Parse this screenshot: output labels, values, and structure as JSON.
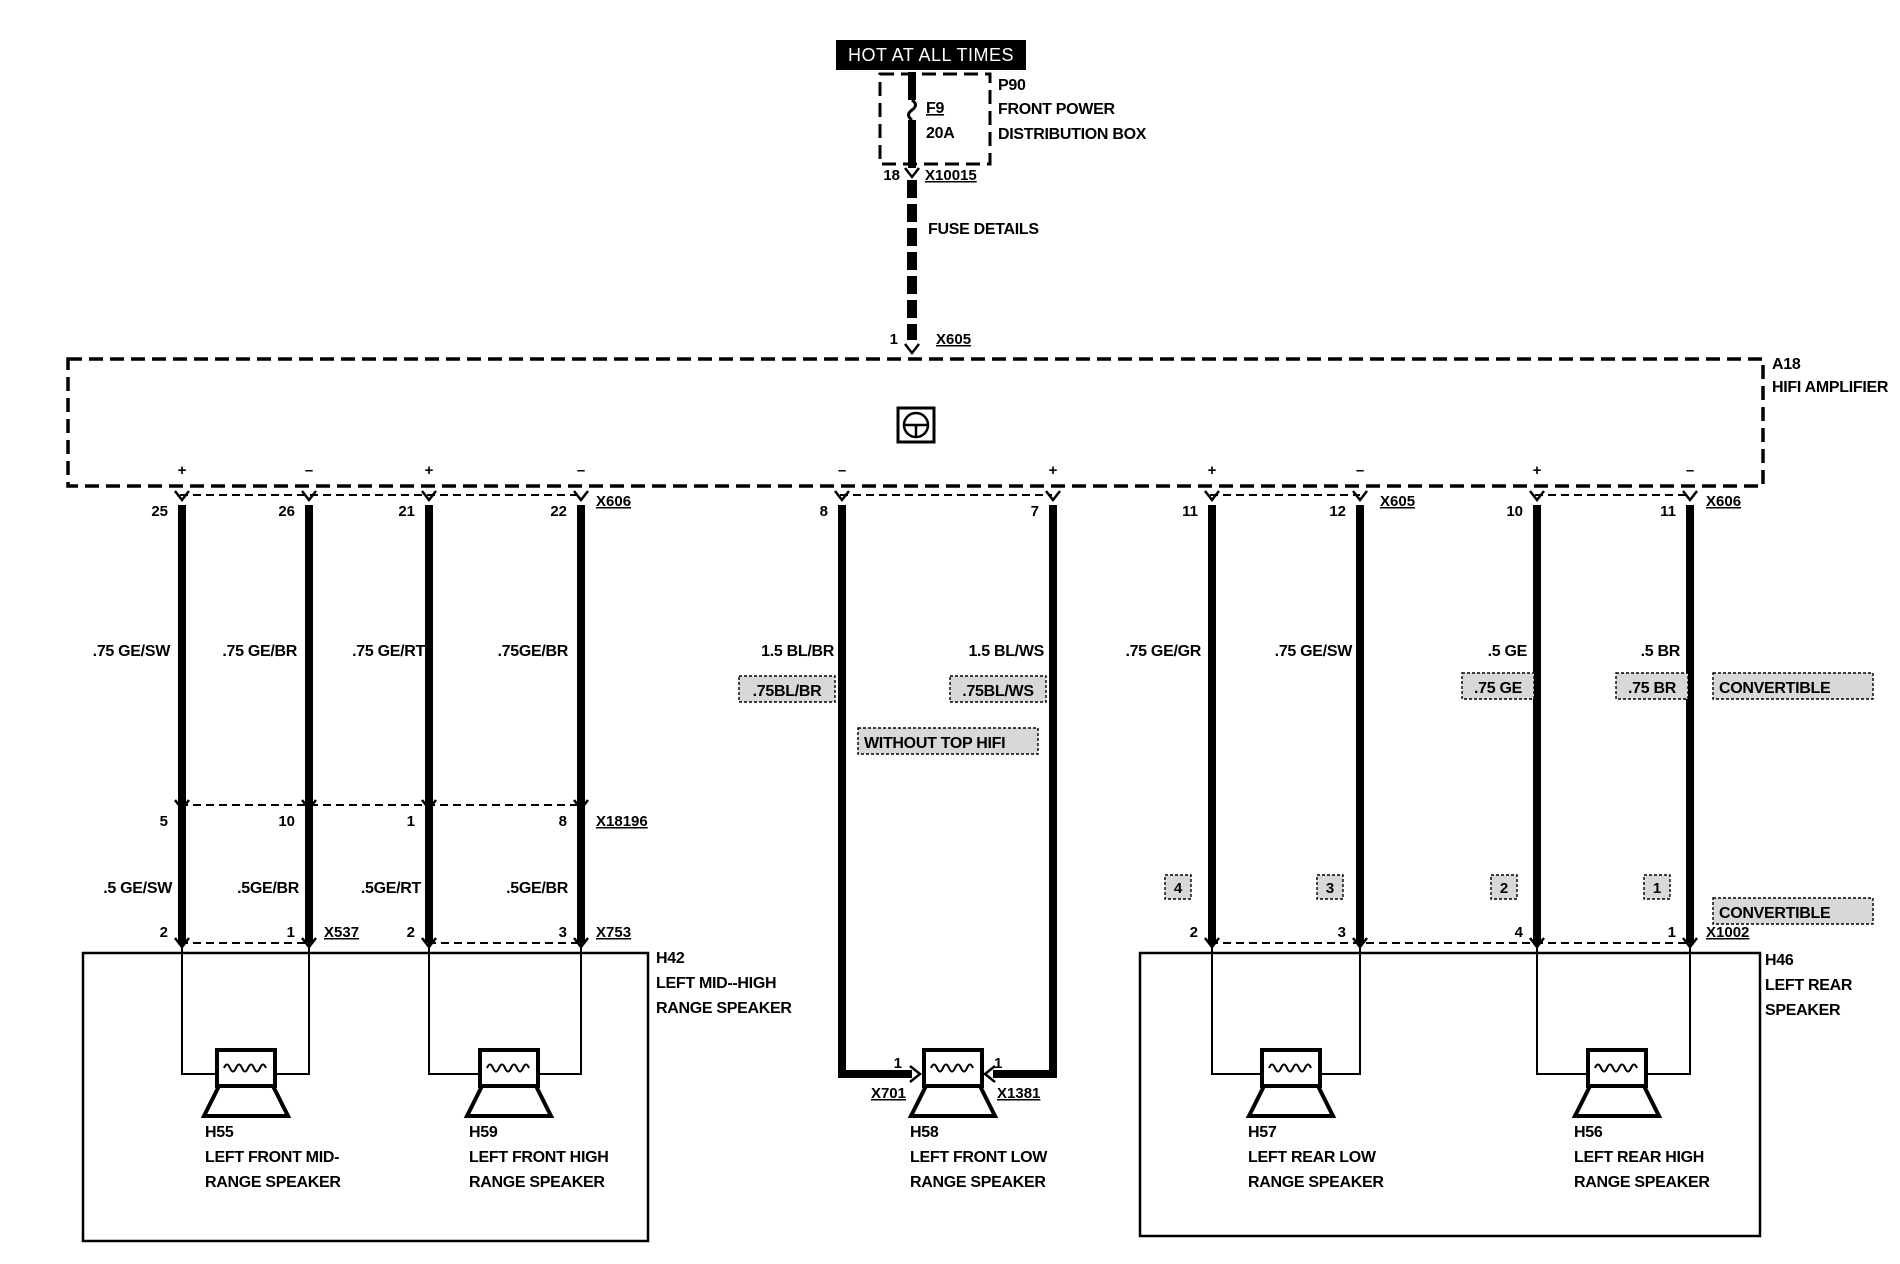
{
  "power": {
    "hot_label": "HOT AT ALL TIMES",
    "fuse_name": "F9",
    "fuse_rating": "20A",
    "box_id": "P90",
    "box_line1": "FRONT POWER",
    "box_line2": "DISTRIBUTION BOX",
    "out_pin": "18",
    "out_conn": "X10015",
    "fuse_details": "FUSE DETAILS",
    "amp_pin": "1",
    "amp_conn": "X605"
  },
  "amplifier": {
    "id": "A18",
    "name": "HIFI AMPLIFIER",
    "polarity": [
      "+",
      "–",
      "+",
      "–",
      "–",
      "+",
      "+",
      "–",
      "+",
      "–"
    ]
  },
  "pins_top": [
    "25",
    "26",
    "21",
    "22",
    "8",
    "7",
    "11",
    "12",
    "10",
    "11"
  ],
  "conn_top": [
    "X606",
    "X605",
    "X606"
  ],
  "wires_upper": [
    ".75 GE/SW",
    ".75 GE/BR",
    ".75  GE/RT",
    ".75GE/BR",
    "1.5 BL/BR",
    "1.5 BL/WS",
    ".75 GE/GR",
    ".75 GE/SW",
    ".5 GE",
    ".5 BR"
  ],
  "wires_alt": [
    ".75BL/BR",
    ".75BL/WS",
    ".75 GE",
    ".75 BR"
  ],
  "option_labels": [
    "WITHOUT TOP HIFI",
    "CONVERTIBLE",
    "CONVERTIBLE"
  ],
  "pins_mid": [
    "5",
    "10",
    "1",
    "8"
  ],
  "conn_mid": "X18196",
  "wires_lower": [
    ".5  GE/SW",
    ".5GE/BR",
    ".5GE/RT",
    ".5GE/BR"
  ],
  "pins_alt": [
    "4",
    "3",
    "2",
    "1"
  ],
  "pins_bottom": [
    "2",
    "1",
    "2",
    "3",
    "2",
    "3",
    "4",
    "1"
  ],
  "conn_bottom": [
    "X537",
    "X753",
    "X1002"
  ],
  "center_pins": [
    "1",
    "1"
  ],
  "center_conn": [
    "X701",
    "X1381"
  ],
  "assemblies": {
    "h42_id": "H42",
    "h42_line1": "LEFT MID--HIGH",
    "h42_line2": "RANGE SPEAKER",
    "h46_id": "H46",
    "h46_line1": "LEFT REAR",
    "h46_line2": "SPEAKER"
  },
  "speakers": [
    {
      "id": "H55",
      "line1": "LEFT FRONT MID-",
      "line2": "RANGE SPEAKER"
    },
    {
      "id": "H59",
      "line1": "LEFT FRONT HIGH",
      "line2": "RANGE SPEAKER"
    },
    {
      "id": "H58",
      "line1": "LEFT FRONT LOW",
      "line2": "RANGE SPEAKER"
    },
    {
      "id": "H57",
      "line1": "LEFT REAR LOW",
      "line2": "RANGE SPEAKER"
    },
    {
      "id": "H56",
      "line1": "LEFT REAR HIGH",
      "line2": "RANGE SPEAKER"
    }
  ]
}
